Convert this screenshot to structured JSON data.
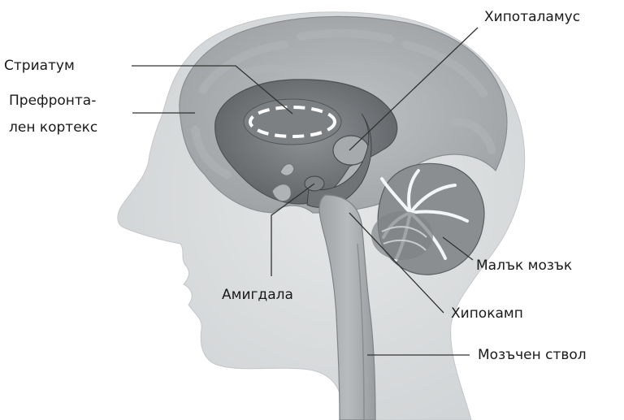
{
  "labels": {
    "hypothalamus": "Хипоталамус",
    "striatum": "Стриатум",
    "prefrontal_line1": "Префронта-",
    "prefrontal_line2": "лен кортекс",
    "amygdala": "Амигдала",
    "cerebellum": "Малък мозък",
    "hippocampus": "Хипокамп",
    "brainstem": "Мозъчен ствол"
  }
}
